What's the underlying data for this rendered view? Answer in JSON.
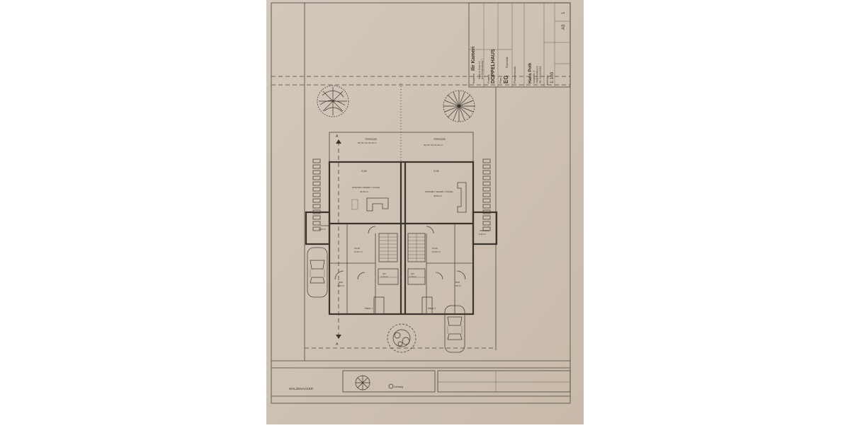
{
  "title_block": {
    "bauherr_label": "Bauherr",
    "bauherr_name": "Ilir Kameri",
    "bauherr_addr1": "Hinter d. Eiche 12",
    "bauherr_addr2": "Am Gemeindeweg 7",
    "projekt_label": "Projekt",
    "projekt_name": "DOPPELHAUS",
    "plan_label": "Plan",
    "plan_name": "EG",
    "planinhalt": "Planinhalt",
    "planverfasser_label": "Planverfasser",
    "architect_name": "Hans Polh",
    "architect_addr1": "Lange Str. 3",
    "architect_addr2": "74080 Heilbronn",
    "architect_tel": "Tel. 07131/1234",
    "massstab_label": "Maßstab",
    "scale": "1:100",
    "format": "A3",
    "sheet": "1"
  },
  "plan": {
    "terrasse_left": "TERRASSE",
    "terrasse_left_area": "30,78 / 0,5  15,39 m²",
    "terrasse_right": "TERRASSE",
    "terrasse_right_area": "30,78 / 0,5  15,39 m²",
    "wohnen_left": "WOHNEN / ESSEN / KÜCHE",
    "wohnen_left_area": "38,96 m²",
    "wohnen_right": "WOHNEN / ESSEN / KÜCHE",
    "wohnen_right_area": "38,96 m²",
    "dim_left": "9,18²",
    "dim_right": "9,18²",
    "abstell_left": "TECHNIK",
    "abstell_left_area": "5,43 m²",
    "abstell_right": "TECHNIK",
    "abstell_right_area": "5,43 m²",
    "flur_left": "FLUR",
    "flur_left_area": "10,81 m²",
    "flur_right": "FLUR",
    "flur_right_area": "10,81 m²",
    "wc_left": "WC",
    "wc_left_area": "2,70 m²",
    "wc_right": "WC",
    "wc_right_area": "2,70 m²",
    "bad_left": "BAD",
    "bad_left_area": "7,09 m²",
    "bad_right": "BAD",
    "bad_right_area": "7,09 m²",
    "haus1": "Haus 1",
    "haus2": "Haus 2",
    "section_a": "A",
    "street": "WALZENACKER",
    "street_right": "Gehweg"
  },
  "colors": {
    "paper": "#cfc3b6",
    "ink": "#3a342d"
  }
}
